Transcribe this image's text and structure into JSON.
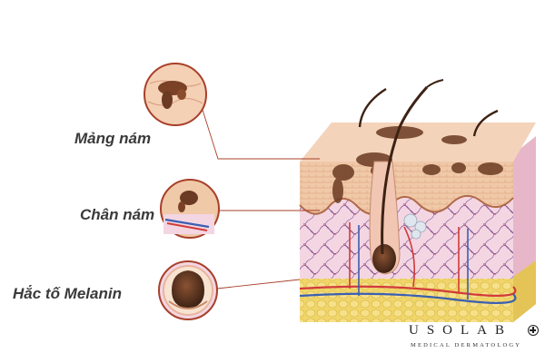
{
  "callouts": [
    {
      "id": "mang-nam",
      "label": "Mảng nám"
    },
    {
      "id": "chan-nam",
      "label": "Chân nám"
    },
    {
      "id": "hac-to",
      "label": "Hắc tố Melanin"
    }
  ],
  "brand": {
    "name": "USOLAB",
    "tagline": "MEDICAL DERMATOLOGY",
    "icon": "plus-circle-icon"
  },
  "colors": {
    "epidermis": "#f0c9a8",
    "dermis": "#f3d6e2",
    "fat": "#f0d66a",
    "melasma": "#6b3a22",
    "leader": "#a8402a",
    "artery": "#d23a3a",
    "vein": "#3b5fb0"
  }
}
